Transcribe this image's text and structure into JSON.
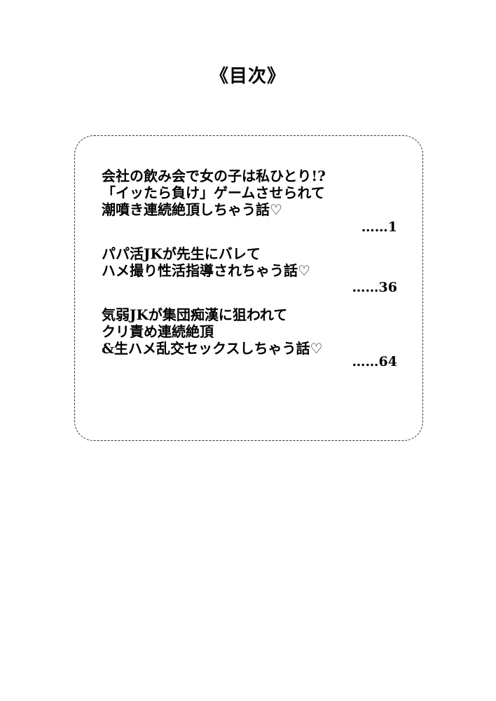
{
  "page_title": "《目次》",
  "toc": {
    "entries": [
      {
        "lines": [
          "会社の飲み会で女の子は私ひとり!?",
          "「イッたら負け」ゲームさせられて",
          "潮噴き連続絶頂しちゃう話♡"
        ],
        "page": "……1"
      },
      {
        "lines": [
          "パパ活JKが先生にバレて",
          "ハメ撮り性活指導されちゃう話♡"
        ],
        "page": "……36"
      },
      {
        "lines": [
          "気弱JKが集団痴漢に狙われて",
          "クリ責め連続絶頂",
          "&生ハメ乱交セックスしちゃう話♡"
        ],
        "page": "……64"
      }
    ]
  }
}
